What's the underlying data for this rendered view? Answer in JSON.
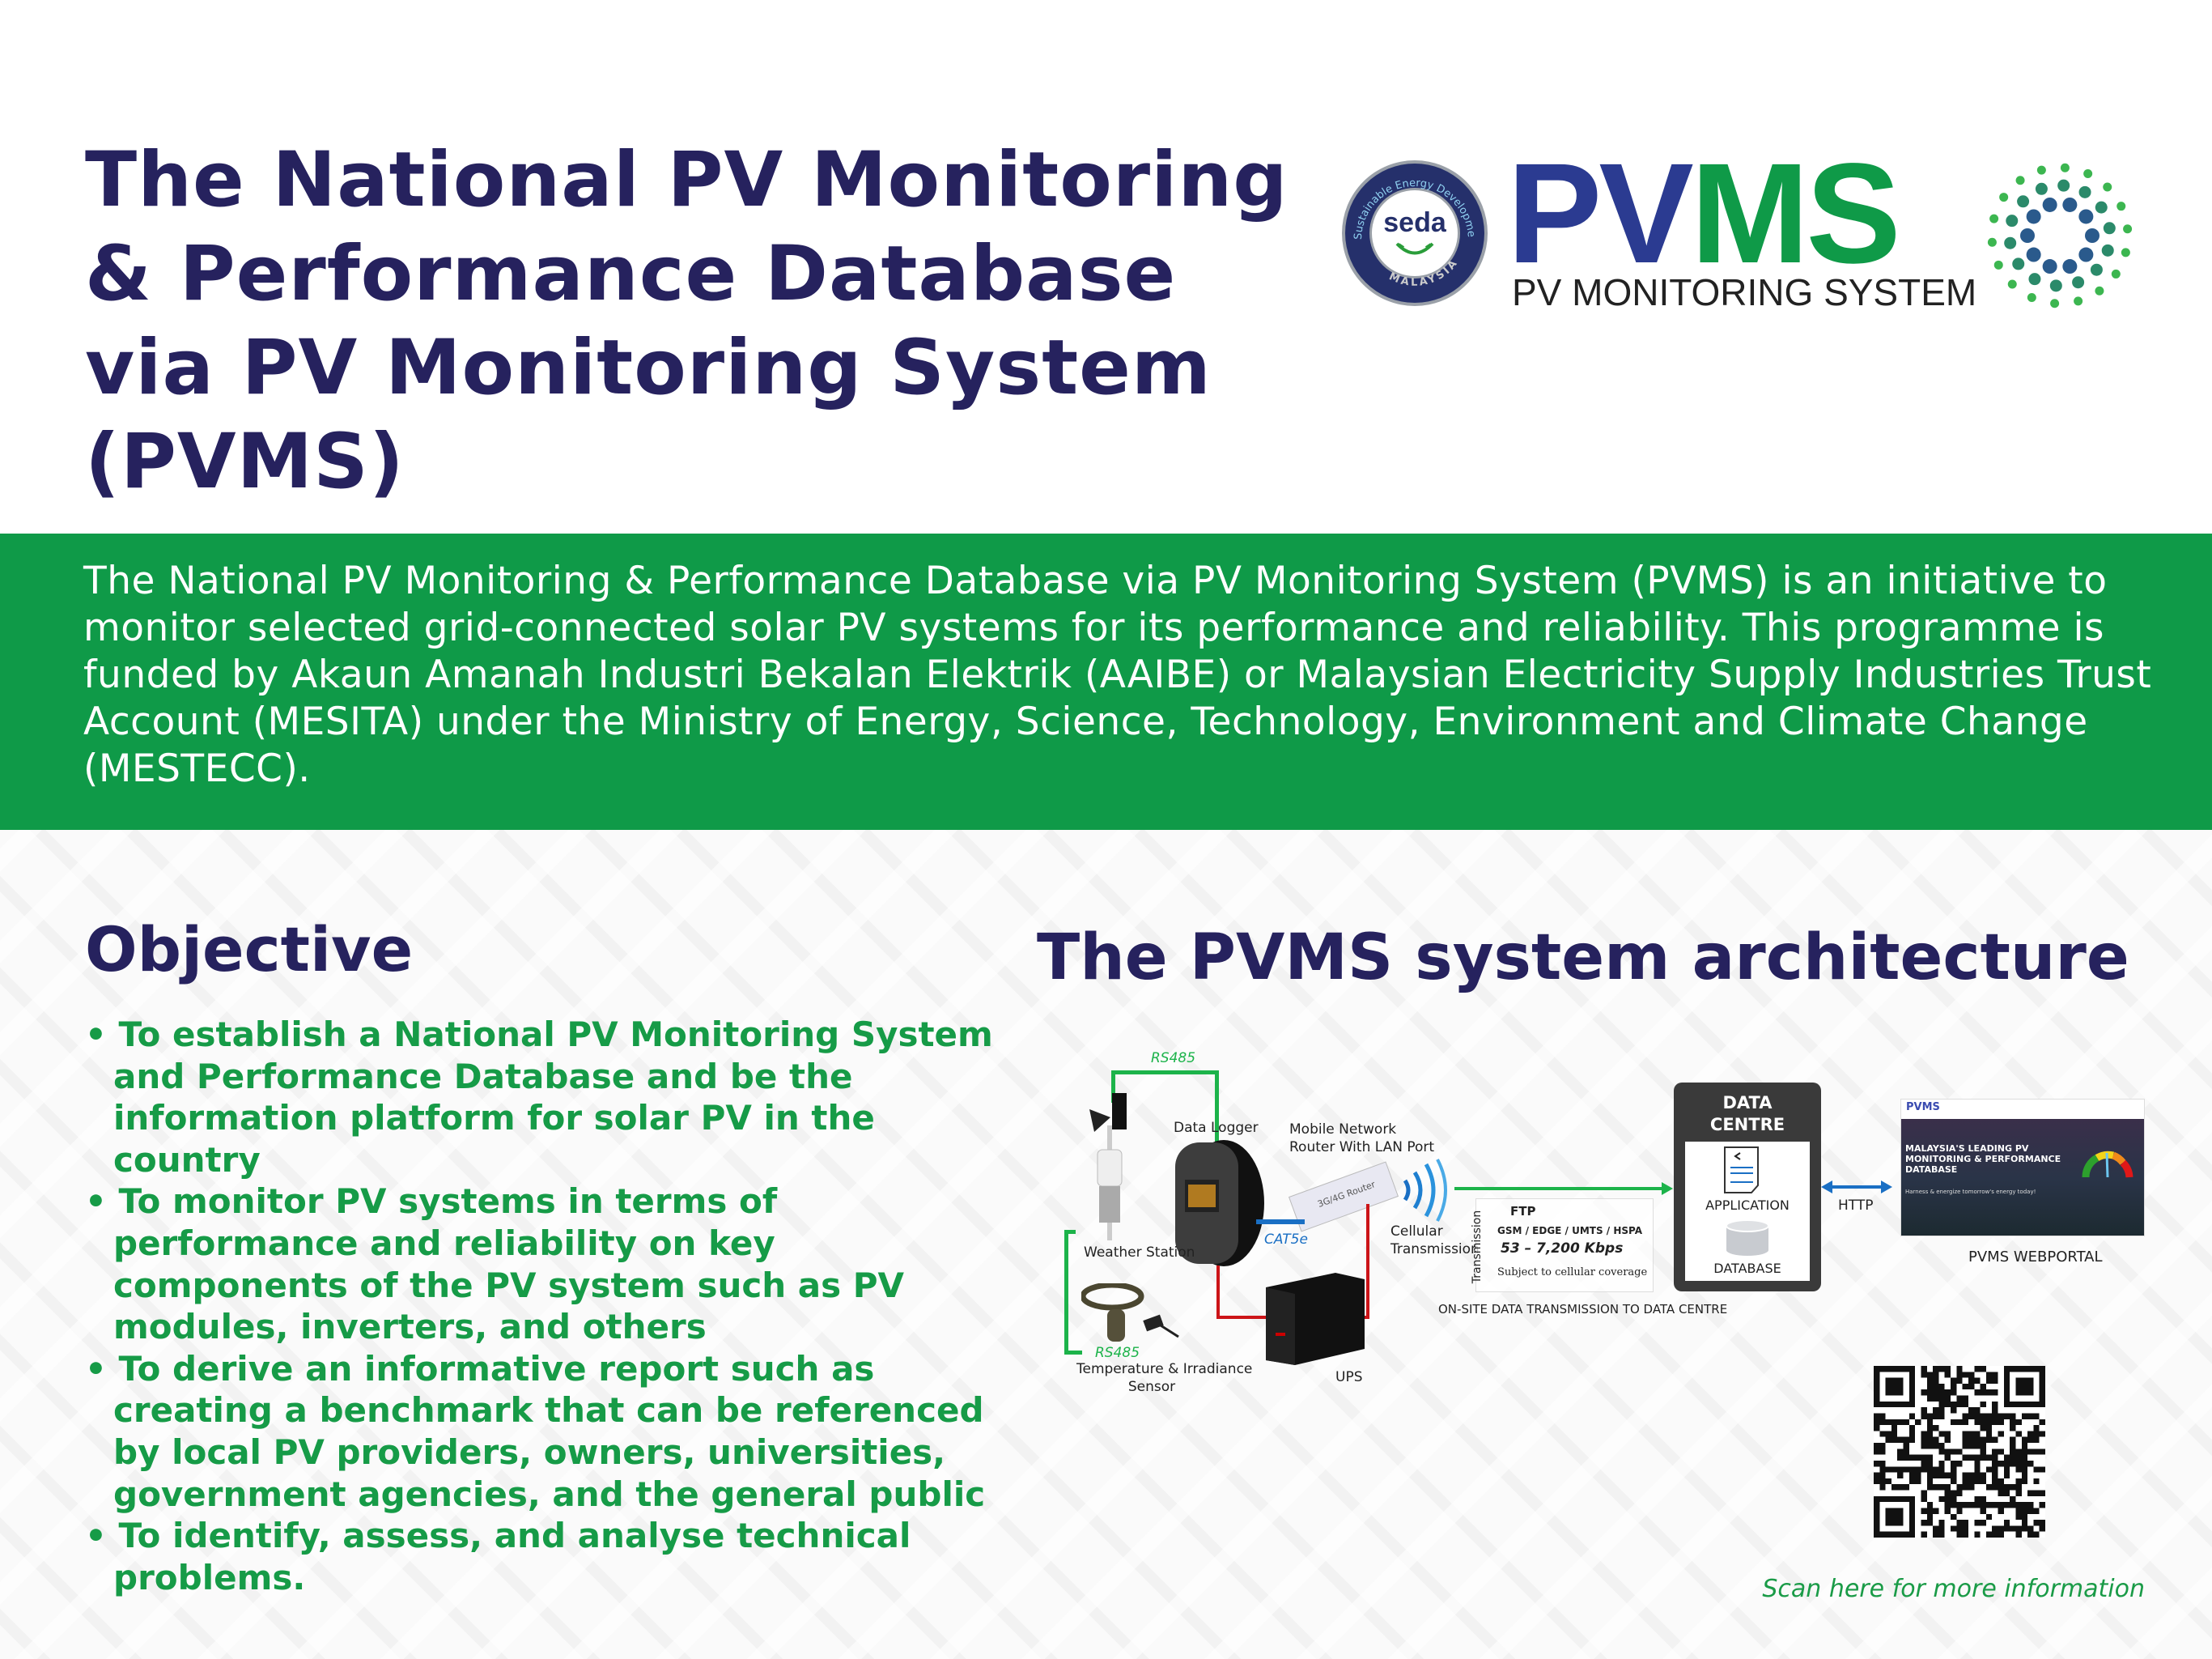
{
  "header": {
    "title": "The National PV Monitoring & Performance Database via PV Monitoring System (PVMS)"
  },
  "logos": {
    "seda": {
      "name": "seda",
      "ring_top": "Sustainable Energy Development Authority",
      "ring_bottom": "MALAYSIA"
    },
    "pvms": {
      "pv": "PV",
      "ms": "MS",
      "subtitle": "PV MONITORING SYSTEM",
      "colors": {
        "blue": "#2b3b91",
        "green": "#0f9a48"
      }
    }
  },
  "intro": "The National PV Monitoring & Performance Database via PV Monitoring System (PVMS) is an initiative to monitor selected grid-connected solar PV systems for its performance and reliability. This programme is funded by Akaun Amanah Industri Bekalan Elektrik (AAIBE) or Malaysian Electricity Supply Industries Trust Account (MESITA) under the Ministry of Energy, Science, Technology, Environment and Climate Change (MESTECC).",
  "objective": {
    "heading": "Objective",
    "items": [
      "To establish a National PV Monitoring System and Performance Database and be the information platform for solar PV in the country",
      "To monitor PV systems in terms of performance and reliability on key components of the PV system such as PV modules, inverters, and others",
      "To derive an informative report such as creating a benchmark that can be referenced by local PV providers, owners, universities, government agencies, and the general public",
      "To identify, assess, and analyse technical problems."
    ]
  },
  "architecture": {
    "heading": "The PVMS system architecture",
    "rs485_top": "RS485",
    "rs485_bottom": "RS485",
    "data_logger": "Data Logger",
    "weather_station": "Weather Station",
    "sensor": [
      "Temperature & Irradiance",
      "Sensor"
    ],
    "router": [
      "Mobile Network",
      "Router With LAN Port"
    ],
    "router_text": "3G/4G Router",
    "cat5e": "CAT5e",
    "cellular": [
      "Cellular",
      "Transmission"
    ],
    "ups": "UPS",
    "transmission": {
      "side": "Transmission",
      "protocol": "FTP",
      "networks": "GSM / EDGE / UMTS / HSPA",
      "speed": "53 – 7,200 Kbps",
      "note": "Subject to cellular coverage"
    },
    "onsite": "ON-SITE DATA TRANSMISSION TO DATA CENTRE",
    "data_centre": {
      "title": [
        "DATA",
        "CENTRE"
      ],
      "application": "APPLICATION",
      "database": "DATABASE"
    },
    "http": "HTTP",
    "webportal": {
      "label": "PVMS WEBPORTAL",
      "brand": "PVMS",
      "headline": [
        "MALAYSIA'S LEADING PV",
        "MONITORING & PERFORMANCE",
        "DATABASE"
      ],
      "tagline": "Harness & energize tomorrow's energy today!"
    }
  },
  "qr": {
    "caption": "Scan here for more information"
  },
  "colors": {
    "navy": "#26225e",
    "green": "#0f9a48",
    "text_green": "#169b47"
  }
}
